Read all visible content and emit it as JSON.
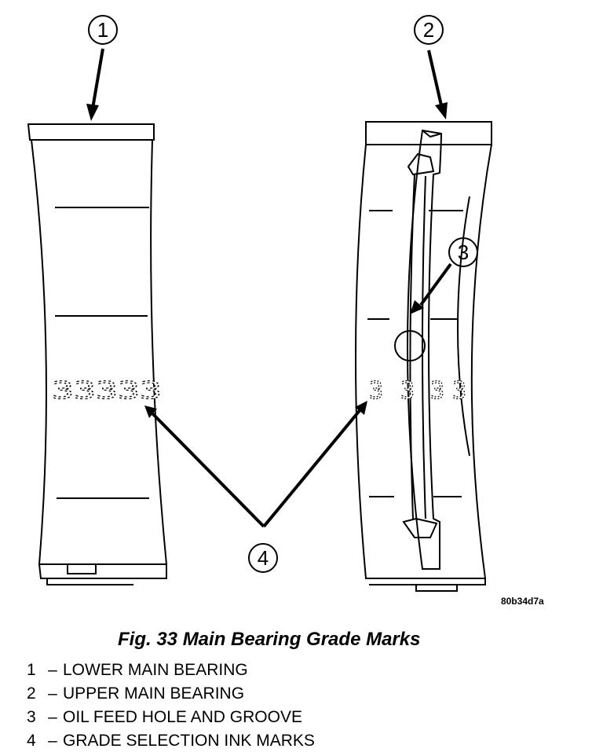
{
  "callouts": [
    "1",
    "2",
    "3",
    "4"
  ],
  "ink_marks": {
    "lower_bearing": "33333",
    "upper_bearing": [
      "3",
      "3",
      "3",
      "3"
    ]
  },
  "figure_code": "80b34d7a",
  "caption": "Fig. 33 Main Bearing Grade Marks",
  "legend": [
    {
      "num": "1",
      "dash": "–",
      "text": "LOWER MAIN BEARING"
    },
    {
      "num": "2",
      "dash": "–",
      "text": "UPPER MAIN BEARING"
    },
    {
      "num": "3",
      "dash": "–",
      "text": "OIL FEED HOLE AND GROOVE"
    },
    {
      "num": "4",
      "dash": "–",
      "text": "GRADE SELECTION INK MARKS"
    }
  ]
}
